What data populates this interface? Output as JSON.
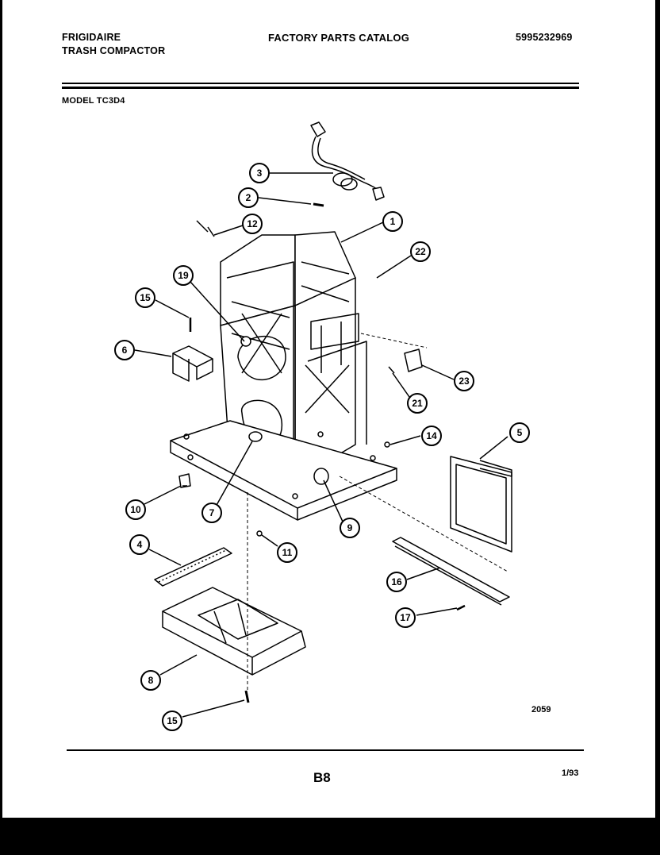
{
  "header": {
    "brand": "FRIGIDAIRE",
    "product": "TRASH COMPACTOR",
    "catalog_title": "FACTORY PARTS CATALOG",
    "part_number": "5995232969",
    "model": "MODEL TC3D4"
  },
  "footer": {
    "figure_number": "2059",
    "page": "B8",
    "date": "1/93"
  },
  "callouts": [
    "3",
    "2",
    "12",
    "1",
    "22",
    "19",
    "15",
    "6",
    "23",
    "21",
    "14",
    "5",
    "10",
    "7",
    "9",
    "11",
    "4",
    "16",
    "17",
    "8",
    "15"
  ]
}
